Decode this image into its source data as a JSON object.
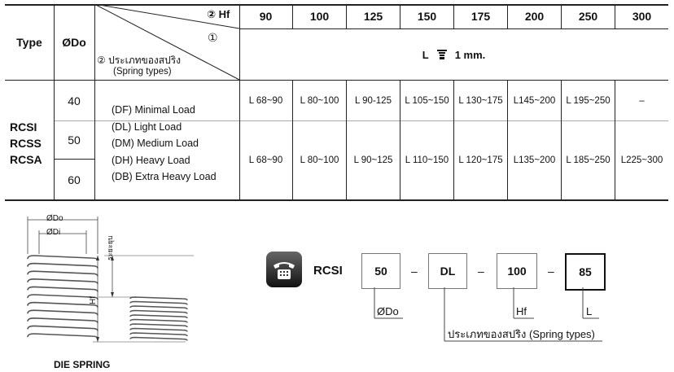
{
  "table": {
    "header": {
      "type": "Type",
      "do": "ØDo",
      "hf_marker": "② Hf",
      "marker1": "①",
      "spring_types_th": "② ประเภทของสปริง",
      "spring_types_en": "(Spring types)",
      "length_unit_prefix": "L",
      "length_unit_suffix": "1 mm.",
      "hf_values": [
        "90",
        "100",
        "125",
        "150",
        "175",
        "200",
        "250",
        "300"
      ]
    },
    "type_names": [
      "RCSI",
      "RCSS",
      "RCSA"
    ],
    "do_values": [
      "40",
      "50",
      "60"
    ],
    "load_types": [
      "(DF) Minimal Load",
      "(DL) Light Load",
      "(DM) Medium Load",
      "(DH) Heavy Load",
      "(DB) Extra Heavy Load"
    ],
    "row_40": [
      "L 68~90",
      "L 80~100",
      "L 90-125",
      "L 105~150",
      "L 130~175",
      "L145~200",
      "L 195~250",
      "–"
    ],
    "row_50_60": [
      "L 68~90",
      "L 80~100",
      "L 90~125",
      "L 110~150",
      "L 120~175",
      "L135~200",
      "L 185~250",
      "L225~300"
    ]
  },
  "diagram": {
    "do_label": "ØDo",
    "di_label": "ØDi",
    "stroke_label": "ระยะยุบ",
    "hf_label": "Hf",
    "caption": "DIE SPRING"
  },
  "order_code": {
    "icon": "phone-icon",
    "prefix": "RCSI",
    "fields": [
      "50",
      "DL",
      "100",
      "85"
    ],
    "dash": "–",
    "labels": {
      "do": "ØDo",
      "hf": "Hf",
      "l": "L",
      "spring_types": "ประเภทของสปริง (Spring types)"
    }
  }
}
